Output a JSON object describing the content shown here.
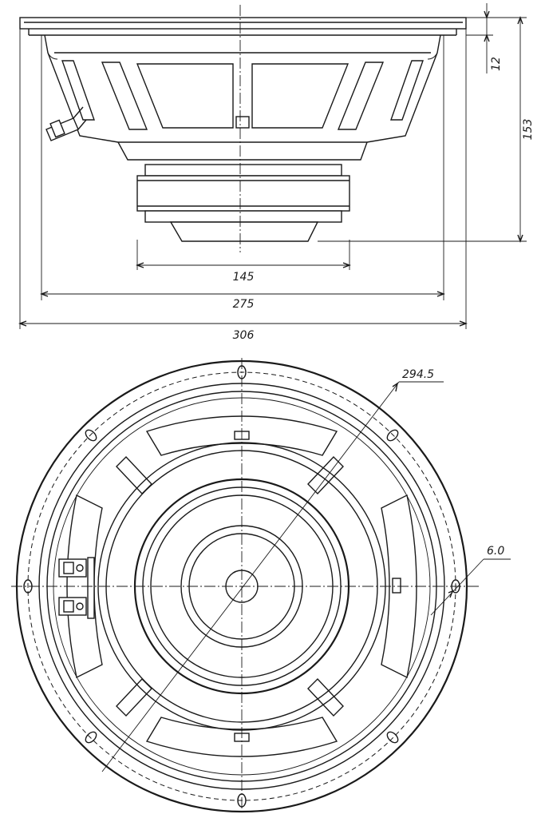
{
  "dimensions": {
    "side_view": {
      "flange_thickness": "12",
      "overall_depth": "153",
      "magnet_diameter": "145",
      "cone_diameter": "275",
      "outer_diameter": "306"
    },
    "front_view": {
      "bolt_circle": "294.5",
      "hole_diameter": "6.0"
    }
  },
  "colors": {
    "line": "#1a1a1a",
    "background": "#ffffff"
  }
}
